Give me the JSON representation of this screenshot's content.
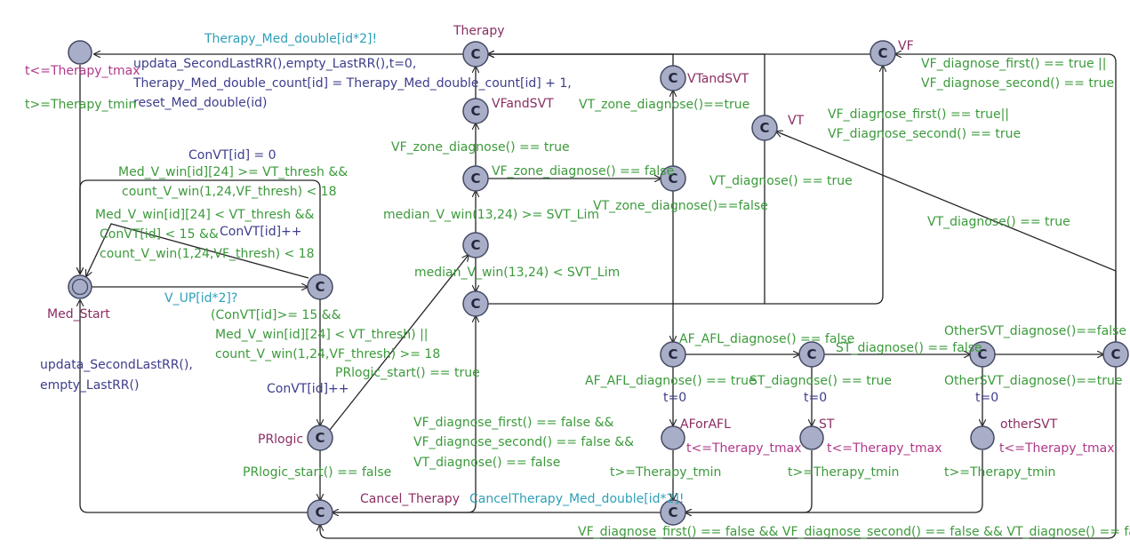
{
  "colors": {
    "location_fill": "#a8aec8",
    "location_stroke": "#454a63",
    "edge": "#242424",
    "name": "#8b2d62",
    "invariant": "#b0388a",
    "guard": "#3b9a3b",
    "sync": "#2ea0b8",
    "assignment": "#3d3d8c"
  },
  "committed_mark": "C",
  "locations": {
    "therapy_top": {
      "name": "Therapy"
    },
    "vfandsvt": {
      "name": "VFandSVT"
    },
    "vtandsvt": {
      "name": "VTandSVT"
    },
    "vt": {
      "name": "VT"
    },
    "vf": {
      "name": "VF"
    },
    "med_start": {
      "name": "Med_Start"
    },
    "prlogic": {
      "name": "PRlogic"
    },
    "cancel_therapy": {
      "name": "Cancel_Therapy"
    },
    "aforafl": {
      "name": "AForAFL",
      "invariant": "t<=Therapy_tmax"
    },
    "st": {
      "name": "ST",
      "invariant": "t<=Therapy_tmax"
    },
    "othersvt": {
      "name": "otherSVT",
      "invariant": "t<=Therapy_tmax"
    },
    "wait_top": {
      "invariant": "t<=Therapy_tmax"
    }
  },
  "labels": {
    "sync_med_double": "Therapy_Med_double[id*2]!",
    "assign_top_1": "updata_SecondLastRR(),empty_LastRR(),t=0,",
    "assign_top_2": "Therapy_Med_double_count[id] = Therapy_Med_double_count[id] + 1,",
    "assign_top_3": "reset_Med_double(id)",
    "guard_tmin_top": "t>=Therapy_tmin",
    "assign_convt0": "ConVT[id] = 0",
    "guard_medv_ge_1": "Med_V_win[id][24] >= VT_thresh &&",
    "guard_medv_ge_2": "count_V_win(1,24,VF_thresh) < 18",
    "guard_medv_lt_1": "Med_V_win[id][24] < VT_thresh &&",
    "guard_medv_lt_2": "ConVT[id] < 15 &&",
    "guard_medv_lt_3": "count_V_win(1,24,VF_thresh) < 18",
    "assign_convt_inc_a": "ConVT[id]++",
    "sync_vup": "V_UP[id*2]?",
    "guard_pr_1": "(ConVT[id]>= 15 &&",
    "guard_pr_2": "Med_V_win[id][24] < VT_thresh) ||",
    "guard_pr_3": "count_V_win(1,24,VF_thresh) >= 18",
    "assign_convt_inc_b": "ConVT[id]++",
    "assign_medstart_1": "updata_SecondLastRR(),",
    "assign_medstart_2": "empty_LastRR()",
    "guard_prlogic_true": "PRlogic_start() == true",
    "guard_prlogic_false": "PRlogic_start() == false",
    "guard_vfzone_true": "VF_zone_diagnose() == true",
    "guard_vfzone_false": "VF_zone_diagnose() == false",
    "guard_vtzone_true": "VT_zone_diagnose()==true",
    "guard_vtzone_false": "VT_zone_diagnose()==false",
    "guard_median_ge": "median_V_win(13,24) >= SVT_Lim",
    "guard_median_lt": "median_V_win(13,24) < SVT_Lim",
    "guard_vt_true": "VT_diagnose() == true",
    "guard_vt_true_long": "VT_diagnose() == true",
    "guard_vf_first_1": "VF_diagnose_first() == true||",
    "guard_vf_first_2": "VF_diagnose_second() == true",
    "guard_vf_top_1": "VF_diagnose_first() == true ||",
    "guard_vf_top_2": "VF_diagnose_second() == true",
    "guard_cancel_1": "VF_diagnose_first() == false &&",
    "guard_cancel_2": "VF_diagnose_second() == false &&",
    "guard_cancel_3": "VT_diagnose() == false",
    "sync_cancel": "CancelTherapy_Med_double[id*2]!",
    "guard_afafl_false": "AF_AFL_diagnose() == false",
    "guard_afafl_true": "AF_AFL_diagnose() == true",
    "guard_st_false": "ST_diagnose() == false",
    "guard_st_true": "ST_diagnose() == true",
    "guard_othersvt_false": "OtherSVT_diagnose()==false",
    "guard_othersvt_true": "OtherSVT_diagnose()==true",
    "assign_t0": "t=0",
    "guard_tmin": "t>=Therapy_tmin",
    "guard_bottom": "VF_diagnose_first() == false && VF_diagnose_second() == false && VT_diagnose() == false"
  }
}
